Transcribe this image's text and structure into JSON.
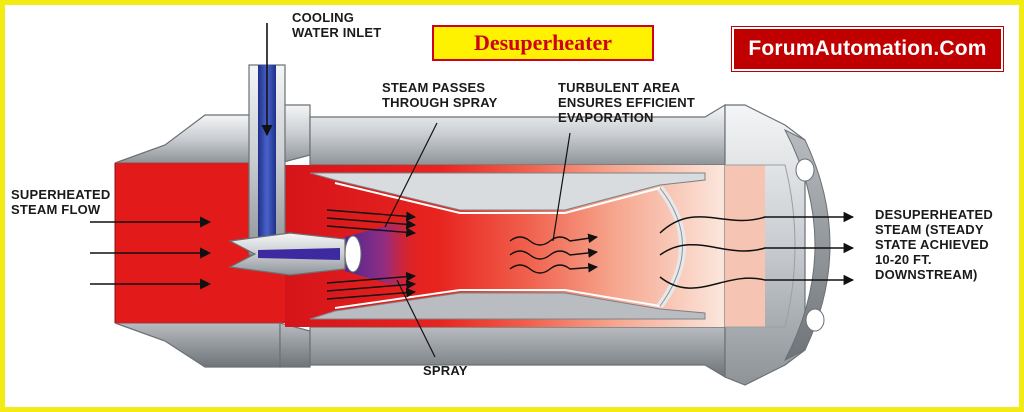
{
  "title": "Desuperheater",
  "brand": "ForumAutomation.Com",
  "labels": {
    "cooling_water_inlet": "COOLING\nWATER INLET",
    "steam_passes": "STEAM PASSES\nTHROUGH SPRAY",
    "turbulent_area": "TURBULENT AREA\nENSURES EFFICIENT\nEVAPORATION",
    "superheated_flow": "SUPERHEATED\nSTEAM FLOW",
    "desuperheated_steam": "DESUPERHEATED\nSTEAM (STEADY\nSTATE ACHIEVED\n10-20 FT.\nDOWNSTREAM)",
    "spray": "SPRAY"
  },
  "colors": {
    "frame": "#f2ec14",
    "title_bg": "#fff200",
    "title_text": "#d0021b",
    "brand_bg": "#c00000",
    "brand_text": "#ffffff",
    "steam_hot": "#e21a1a",
    "steam_cool": "#fbe4da",
    "spray": "#5a2ea6",
    "water_pipe": "#2b3fa0",
    "metal": "#cfd3d6"
  }
}
